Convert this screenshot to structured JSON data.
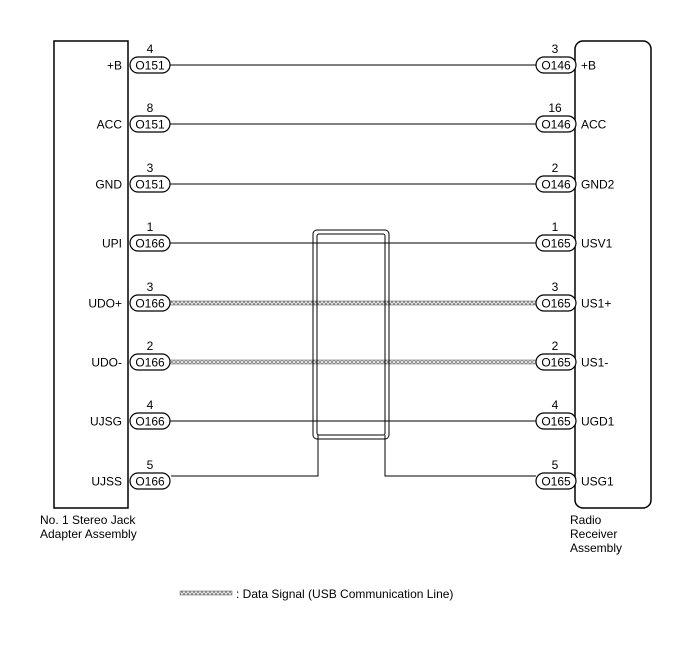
{
  "left_component": {
    "name_lines": [
      "No. 1 Stereo Jack",
      "Adapter Assembly"
    ]
  },
  "right_component": {
    "name_lines": [
      "Radio",
      "Receiver",
      "Assembly"
    ]
  },
  "wires": [
    {
      "left_label": "+B",
      "left_pin": "4",
      "left_conn": "O151",
      "right_label": "+B",
      "right_pin": "3",
      "right_conn": "O146",
      "data_signal": false
    },
    {
      "left_label": "ACC",
      "left_pin": "8",
      "left_conn": "O151",
      "right_label": "ACC",
      "right_pin": "16",
      "right_conn": "O146",
      "data_signal": false
    },
    {
      "left_label": "GND",
      "left_pin": "3",
      "left_conn": "O151",
      "right_label": "GND2",
      "right_pin": "2",
      "right_conn": "O146",
      "data_signal": false
    },
    {
      "left_label": "UPI",
      "left_pin": "1",
      "left_conn": "O166",
      "right_label": "USV1",
      "right_pin": "1",
      "right_conn": "O165",
      "data_signal": false
    },
    {
      "left_label": "UDO+",
      "left_pin": "3",
      "left_conn": "O166",
      "right_label": "US1+",
      "right_pin": "3",
      "right_conn": "O165",
      "data_signal": true
    },
    {
      "left_label": "UDO-",
      "left_pin": "2",
      "left_conn": "O166",
      "right_label": "US1-",
      "right_pin": "2",
      "right_conn": "O165",
      "data_signal": true
    },
    {
      "left_label": "UJSG",
      "left_pin": "4",
      "left_conn": "O166",
      "right_label": "UGD1",
      "right_pin": "4",
      "right_conn": "O165",
      "data_signal": false
    },
    {
      "left_label": "UJSS",
      "left_pin": "5",
      "left_conn": "O166",
      "right_label": "USG1",
      "right_pin": "5",
      "right_conn": "O165",
      "data_signal": false
    }
  ],
  "legend": {
    "text": ": Data Signal (USB Communication Line)"
  }
}
